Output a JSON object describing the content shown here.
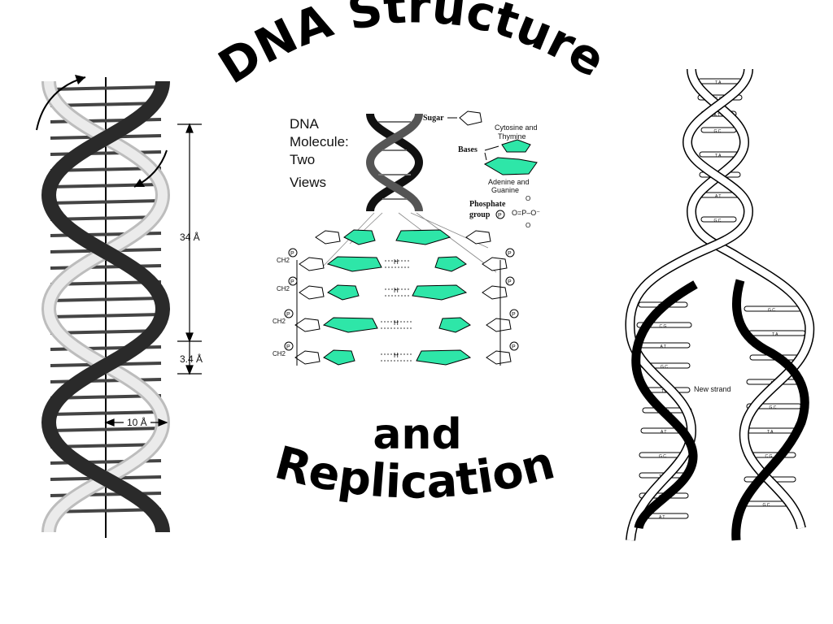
{
  "title": {
    "top": "DNA Structure",
    "bottom_line1": "and",
    "bottom_line2": "Replication"
  },
  "left_helix": {
    "pitch_label": "34 Å",
    "rise_label": "3.4 Å",
    "width_label": "10 Å"
  },
  "center": {
    "heading_lines": [
      "DNA",
      "Molecule:",
      "Two",
      "Views"
    ],
    "legend": {
      "sugar": "Sugar",
      "bases": "Bases",
      "cytosine_thymine_1": "Cytosine and",
      "cytosine_thymine_2": "Thymine",
      "adenine_guanine_1": "Adenine and",
      "adenine_guanine_2": "Guanine",
      "phosphate_1": "Phosphate",
      "phosphate_2": "group",
      "phosphate_symbol": "P"
    },
    "atoms": {
      "H": "H",
      "C": "C",
      "CH2": "CH",
      "sub2": "2",
      "P": "P",
      "O": "O",
      "O_minus": "O⁻",
      "phosphate_formula": "O=P–O⁻"
    },
    "colors": {
      "base_green": "#2ee6a8"
    }
  },
  "right_helix": {
    "new_strand_label": "New strand",
    "pair_labels": [
      "T A",
      "C G",
      "A T",
      "G C"
    ]
  }
}
